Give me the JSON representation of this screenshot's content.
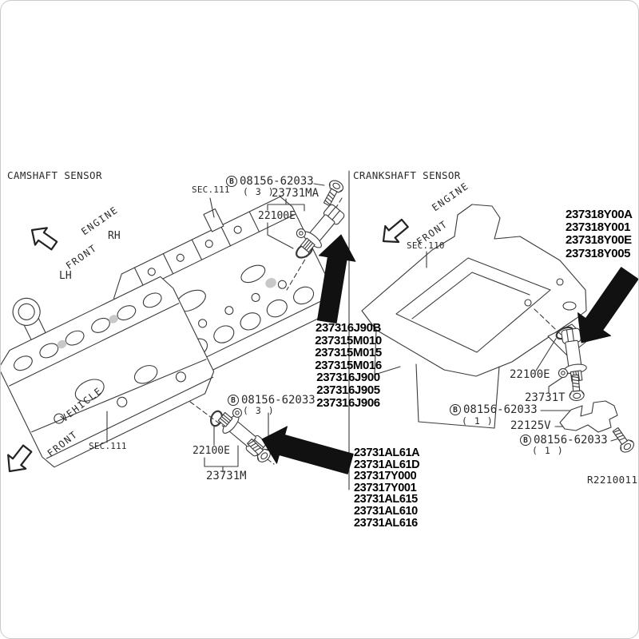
{
  "ref_code": "R2210011",
  "camshaft": {
    "title": "CAMSHAFT SENSOR",
    "sec_top": "SEC.111",
    "sec_bottom": "SEC.111",
    "rh_label": "RH",
    "lh_label": "LH",
    "engine_front_line1": "ENGINE",
    "engine_front_line2": "FRONT",
    "vehicle_front_line1": "VEHICLE",
    "vehicle_front_line2": "FRONT",
    "bolt_top": {
      "b": "B",
      "number": "08156-62033",
      "qty": "( 3 )"
    },
    "sensor_top": "23731MA",
    "oring_top": "22100E",
    "bolt_bottom": {
      "b": "B",
      "number": "08156-62033",
      "qty": "( 3 )"
    },
    "sensor_bottom": "23731M",
    "oring_bottom": "22100E",
    "part_numbers_top": [
      "237316J90B",
      "237315M010",
      "237315M015",
      "237315M016",
      "237316J900",
      "237316J905",
      "237316J906"
    ],
    "part_numbers_bottom": [
      "23731AL61A",
      "23731AL61D",
      "237317Y000",
      "237317Y001",
      "23731AL615",
      "23731AL610",
      "23731AL616"
    ]
  },
  "crankshaft": {
    "title": "CRANKSHAFT SENSOR",
    "sec": "SEC.110",
    "engine_front_line1": "ENGINE",
    "engine_front_line2": "FRONT",
    "part_numbers": [
      "237318Y00A",
      "237318Y001",
      "237318Y00E",
      "237318Y005"
    ],
    "oring": "22100E",
    "sensor": "23731T",
    "bolt_upper": {
      "b": "B",
      "number": "08156-62033",
      "qty": "( 1 )"
    },
    "bracket": "22125V",
    "bolt_lower": {
      "b": "B",
      "number": "08156-62033",
      "qty": "( 1 )"
    }
  }
}
